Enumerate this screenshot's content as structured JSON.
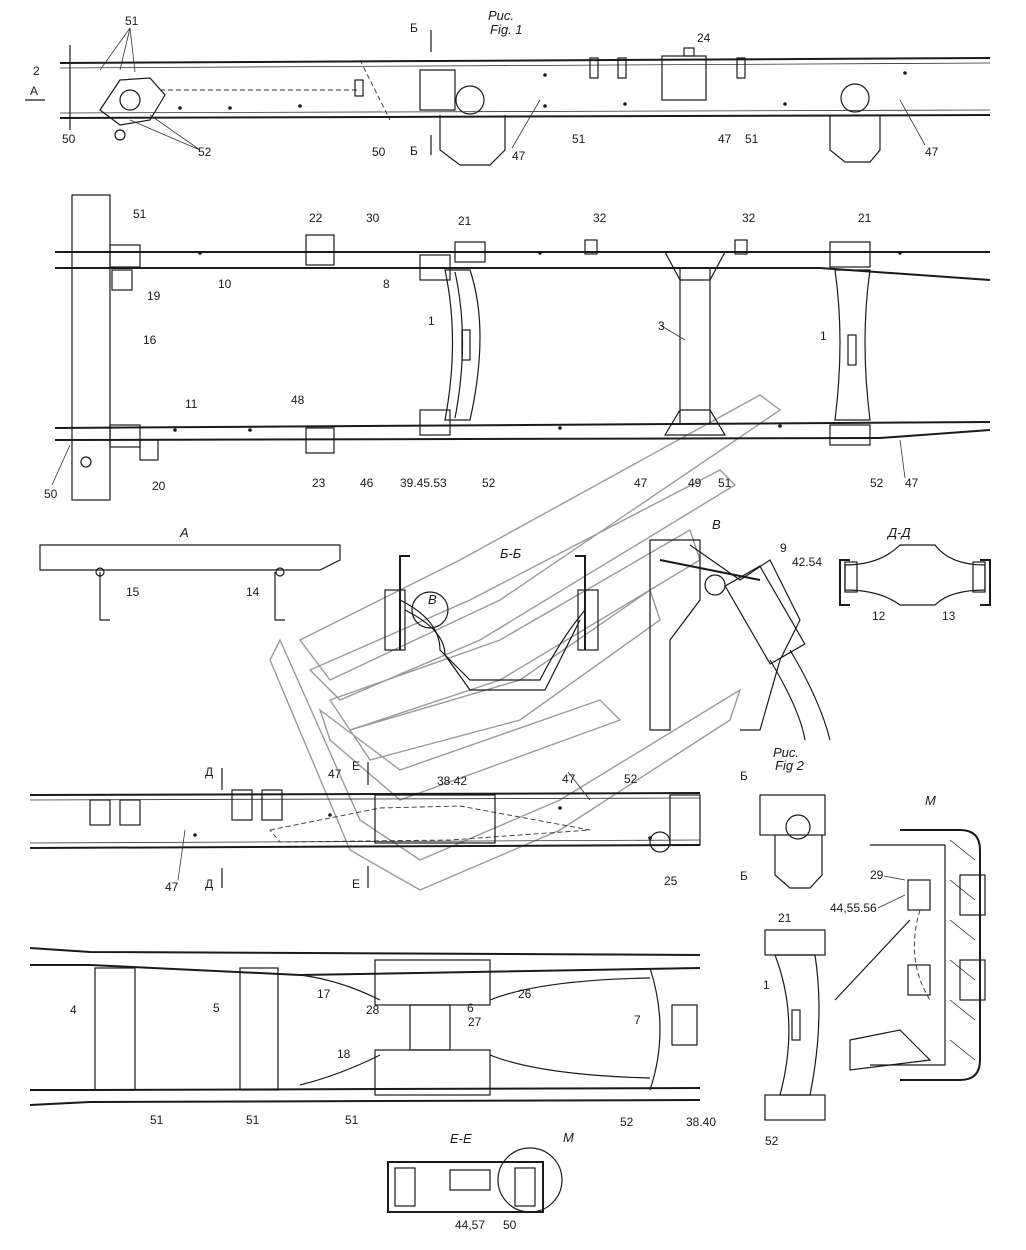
{
  "figure1_caption": {
    "line1": "Рис.",
    "line2": "Fig. 1"
  },
  "figure2_caption": {
    "line1": "Рис.",
    "line2": "Fig  2"
  },
  "views": {
    "A": "A",
    "BB": "Б-Б",
    "V": "В",
    "DD": "Д-Д",
    "EE": "Е-Е",
    "M": "М"
  },
  "section_marks": {
    "A": "А",
    "B": "Б",
    "V": "В",
    "D": "Д",
    "E": "Е"
  },
  "callouts": {
    "top": [
      {
        "id": "t51a",
        "text": "51"
      },
      {
        "id": "t2",
        "text": "2"
      },
      {
        "id": "t50a",
        "text": "50"
      },
      {
        "id": "t52a",
        "text": "52"
      },
      {
        "id": "t50b",
        "text": "50"
      },
      {
        "id": "t47a",
        "text": "47"
      },
      {
        "id": "t51b",
        "text": "51"
      },
      {
        "id": "t24",
        "text": "24"
      },
      {
        "id": "t47b",
        "text": "47"
      },
      {
        "id": "t51c",
        "text": "51"
      },
      {
        "id": "t47c",
        "text": "47"
      }
    ],
    "plan": [
      {
        "id": "p51",
        "text": "51"
      },
      {
        "id": "p22",
        "text": "22"
      },
      {
        "id": "p30",
        "text": "30"
      },
      {
        "id": "p21a",
        "text": "21"
      },
      {
        "id": "p32a",
        "text": "32"
      },
      {
        "id": "p32b",
        "text": "32"
      },
      {
        "id": "p21b",
        "text": "21"
      },
      {
        "id": "p19",
        "text": "19"
      },
      {
        "id": "p10",
        "text": "10"
      },
      {
        "id": "p8",
        "text": "8"
      },
      {
        "id": "p1a",
        "text": "1"
      },
      {
        "id": "p3",
        "text": "3"
      },
      {
        "id": "p1b",
        "text": "1"
      },
      {
        "id": "p16",
        "text": "16"
      },
      {
        "id": "p11",
        "text": "11"
      },
      {
        "id": "p48",
        "text": "48"
      },
      {
        "id": "p50",
        "text": "50"
      },
      {
        "id": "p20",
        "text": "20"
      },
      {
        "id": "p23",
        "text": "23"
      },
      {
        "id": "p46",
        "text": "46"
      },
      {
        "id": "p39",
        "text": "39.45.53"
      },
      {
        "id": "p52a",
        "text": "52"
      },
      {
        "id": "p47a",
        "text": "47"
      },
      {
        "id": "p49",
        "text": "49"
      },
      {
        "id": "p51b",
        "text": "51"
      },
      {
        "id": "p52b",
        "text": "52"
      },
      {
        "id": "p47b",
        "text": "47"
      }
    ],
    "middle": [
      {
        "id": "m15",
        "text": "15"
      },
      {
        "id": "m14",
        "text": "14"
      },
      {
        "id": "m9",
        "text": "9"
      },
      {
        "id": "m4254",
        "text": "42.54"
      },
      {
        "id": "m12",
        "text": "12"
      },
      {
        "id": "m13",
        "text": "13"
      }
    ],
    "fig2": [
      {
        "id": "f47a",
        "text": "47"
      },
      {
        "id": "f3842",
        "text": "38.42"
      },
      {
        "id": "f47b",
        "text": "47"
      },
      {
        "id": "f52",
        "text": "52"
      },
      {
        "id": "f47c",
        "text": "47"
      },
      {
        "id": "f25",
        "text": "25"
      },
      {
        "id": "f29",
        "text": "29"
      },
      {
        "id": "f445556",
        "text": "44,55.56"
      },
      {
        "id": "f21",
        "text": "21"
      },
      {
        "id": "f1",
        "text": "1"
      },
      {
        "id": "f52b",
        "text": "52"
      }
    ],
    "bottom": [
      {
        "id": "b4",
        "text": "4"
      },
      {
        "id": "b5",
        "text": "5"
      },
      {
        "id": "b17",
        "text": "17"
      },
      {
        "id": "b26",
        "text": "26"
      },
      {
        "id": "b28",
        "text": "28"
      },
      {
        "id": "b6",
        "text": "6"
      },
      {
        "id": "b27",
        "text": "27"
      },
      {
        "id": "b7",
        "text": "7"
      },
      {
        "id": "b18",
        "text": "18"
      },
      {
        "id": "b51a",
        "text": "51"
      },
      {
        "id": "b51b",
        "text": "51"
      },
      {
        "id": "b51c",
        "text": "51"
      },
      {
        "id": "b52",
        "text": "52"
      },
      {
        "id": "b3840",
        "text": "38.40"
      },
      {
        "id": "b4457",
        "text": "44,57"
      },
      {
        "id": "b50",
        "text": "50"
      }
    ]
  }
}
